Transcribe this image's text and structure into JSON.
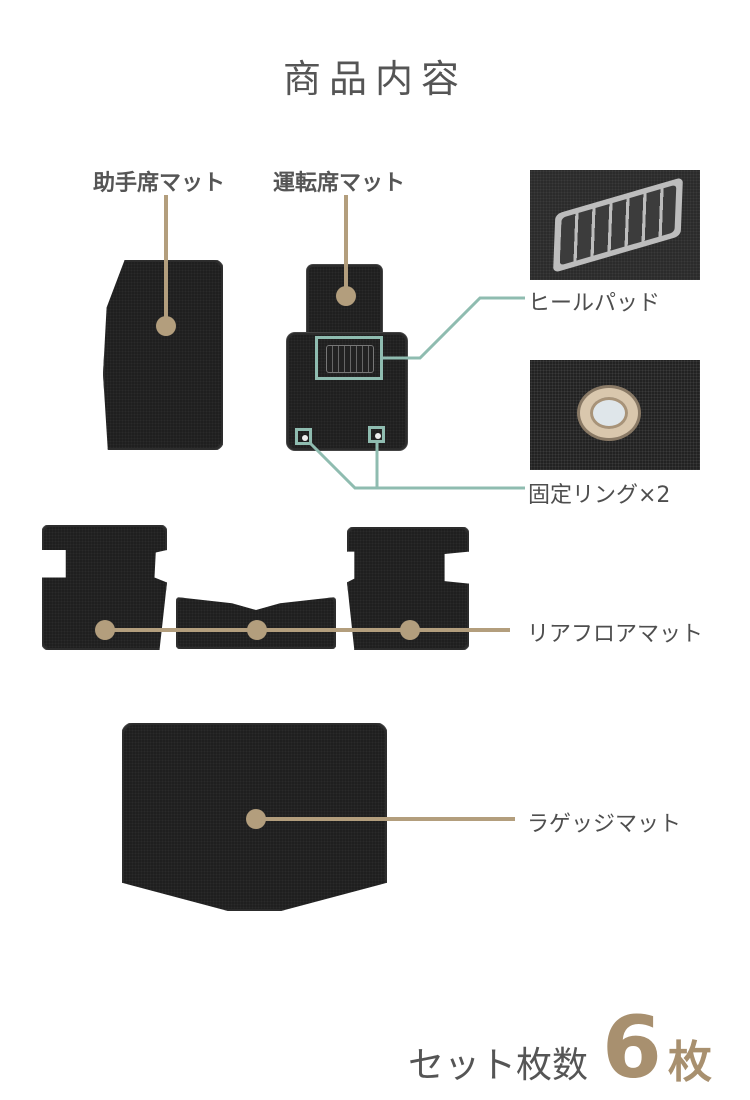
{
  "header": {
    "title": "商品内容"
  },
  "labels": {
    "passenger_mat": "助手席マット",
    "driver_mat": "運転席マット",
    "heel_pad": "ヒールパッド",
    "fixing_ring": "固定リング×2",
    "rear_floor_mat": "リアフロアマット",
    "luggage_mat": "ラゲッジマット"
  },
  "footer": {
    "count_label": "セット枚数",
    "count_value": "6",
    "count_unit": "枚"
  },
  "colors": {
    "accent_tan": "#b39e7d",
    "accent_teal": "#8fbcb0",
    "text": "#555555",
    "mat": "#1f1f1f"
  }
}
